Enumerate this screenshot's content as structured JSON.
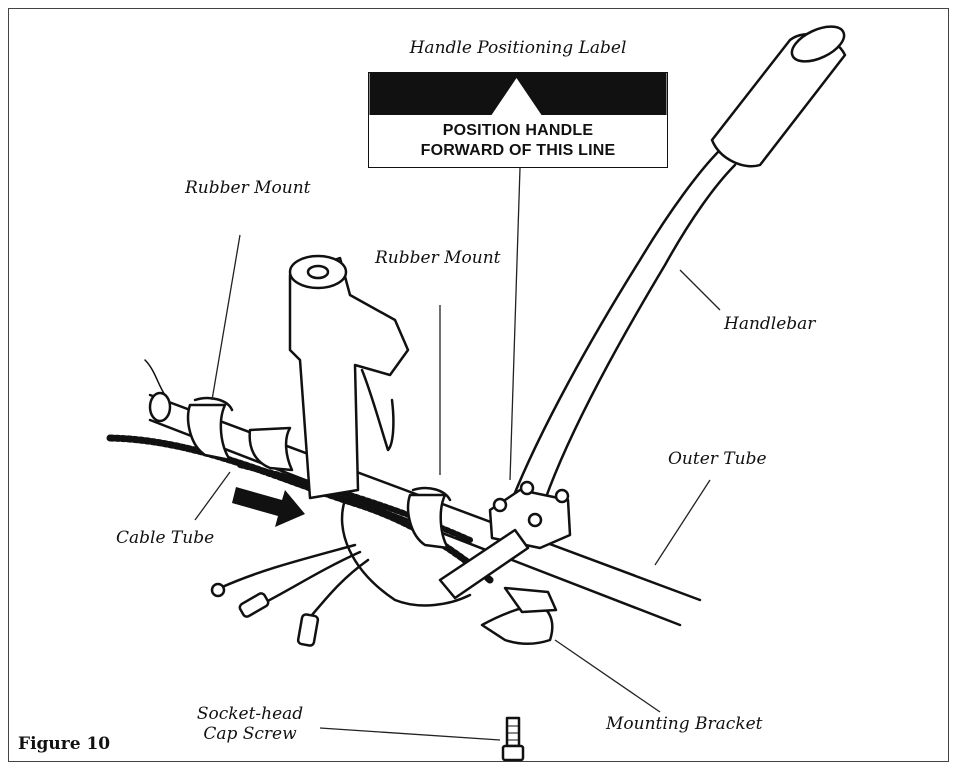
{
  "figure_label": "Figure 10",
  "positioning_label": {
    "title": "Handle Positioning Label",
    "line1": "POSITION HANDLE",
    "line2": "FORWARD OF THIS LINE"
  },
  "callouts": {
    "rubber_mount_left": "Rubber Mount",
    "rubber_mount_right": "Rubber Mount",
    "handlebar": "Handlebar",
    "outer_tube": "Outer Tube",
    "cable_tube": "Cable Tube",
    "mounting_bracket": "Mounting Bracket",
    "screw_line1": "Socket-head",
    "screw_line2": "Cap Screw"
  }
}
